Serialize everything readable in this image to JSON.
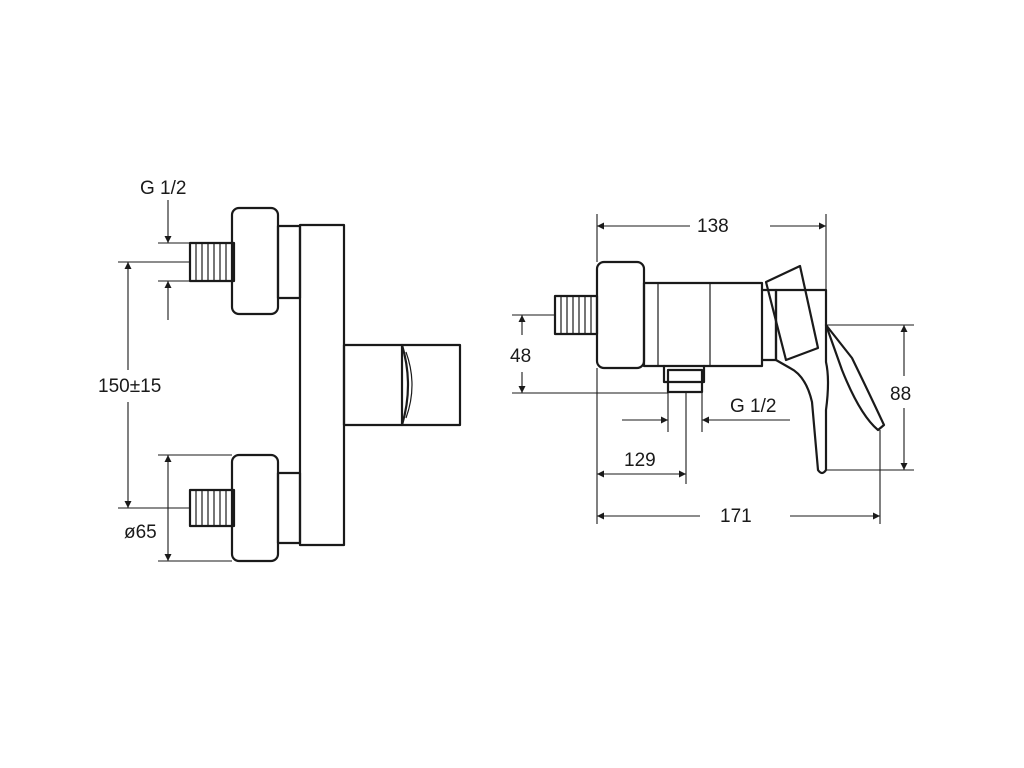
{
  "labels": {
    "left_thread": "G 1/2",
    "center_distance": "150±15",
    "rosette_diameter": "ø65",
    "depth_total": "138",
    "height_48": "48",
    "right_thread": "G 1/2",
    "outlet_129": "129",
    "lever_depth": "171",
    "lever_height": "88"
  }
}
